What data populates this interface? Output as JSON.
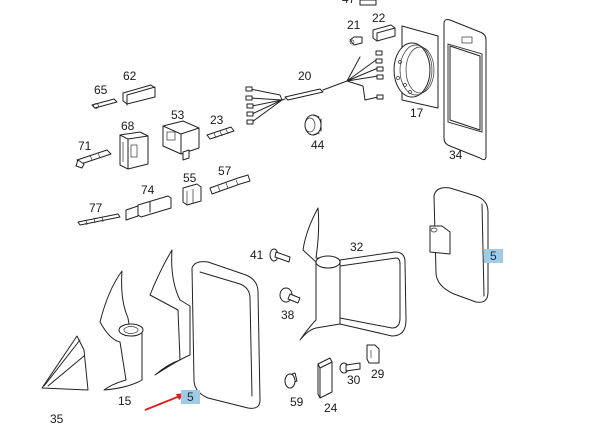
{
  "diagram": {
    "title": "Exterior mirror assembly exploded parts diagram",
    "highlight_color": "#9fcbe6",
    "arrow_color": "#e02020",
    "callouts": [
      {
        "id": "47",
        "label": "47"
      },
      {
        "id": "21",
        "label": "21"
      },
      {
        "id": "22",
        "label": "22"
      },
      {
        "id": "62",
        "label": "62"
      },
      {
        "id": "65",
        "label": "65"
      },
      {
        "id": "20",
        "label": "20"
      },
      {
        "id": "53",
        "label": "53"
      },
      {
        "id": "23",
        "label": "23"
      },
      {
        "id": "68",
        "label": "68"
      },
      {
        "id": "71",
        "label": "71"
      },
      {
        "id": "17",
        "label": "17"
      },
      {
        "id": "44",
        "label": "44"
      },
      {
        "id": "34",
        "label": "34"
      },
      {
        "id": "55",
        "label": "55"
      },
      {
        "id": "57",
        "label": "57"
      },
      {
        "id": "74",
        "label": "74"
      },
      {
        "id": "77",
        "label": "77"
      },
      {
        "id": "41",
        "label": "41"
      },
      {
        "id": "32",
        "label": "32"
      },
      {
        "id": "5a",
        "label": "5",
        "highlighted": true
      },
      {
        "id": "38",
        "label": "38"
      },
      {
        "id": "30",
        "label": "30"
      },
      {
        "id": "29",
        "label": "29"
      },
      {
        "id": "59",
        "label": "59"
      },
      {
        "id": "24",
        "label": "24"
      },
      {
        "id": "15",
        "label": "15"
      },
      {
        "id": "5b",
        "label": "5",
        "highlighted": true
      },
      {
        "id": "35",
        "label": "35"
      }
    ],
    "arrow": {
      "target": "5",
      "description": "red arrow pointing to part 5 (mirror housing)"
    }
  }
}
